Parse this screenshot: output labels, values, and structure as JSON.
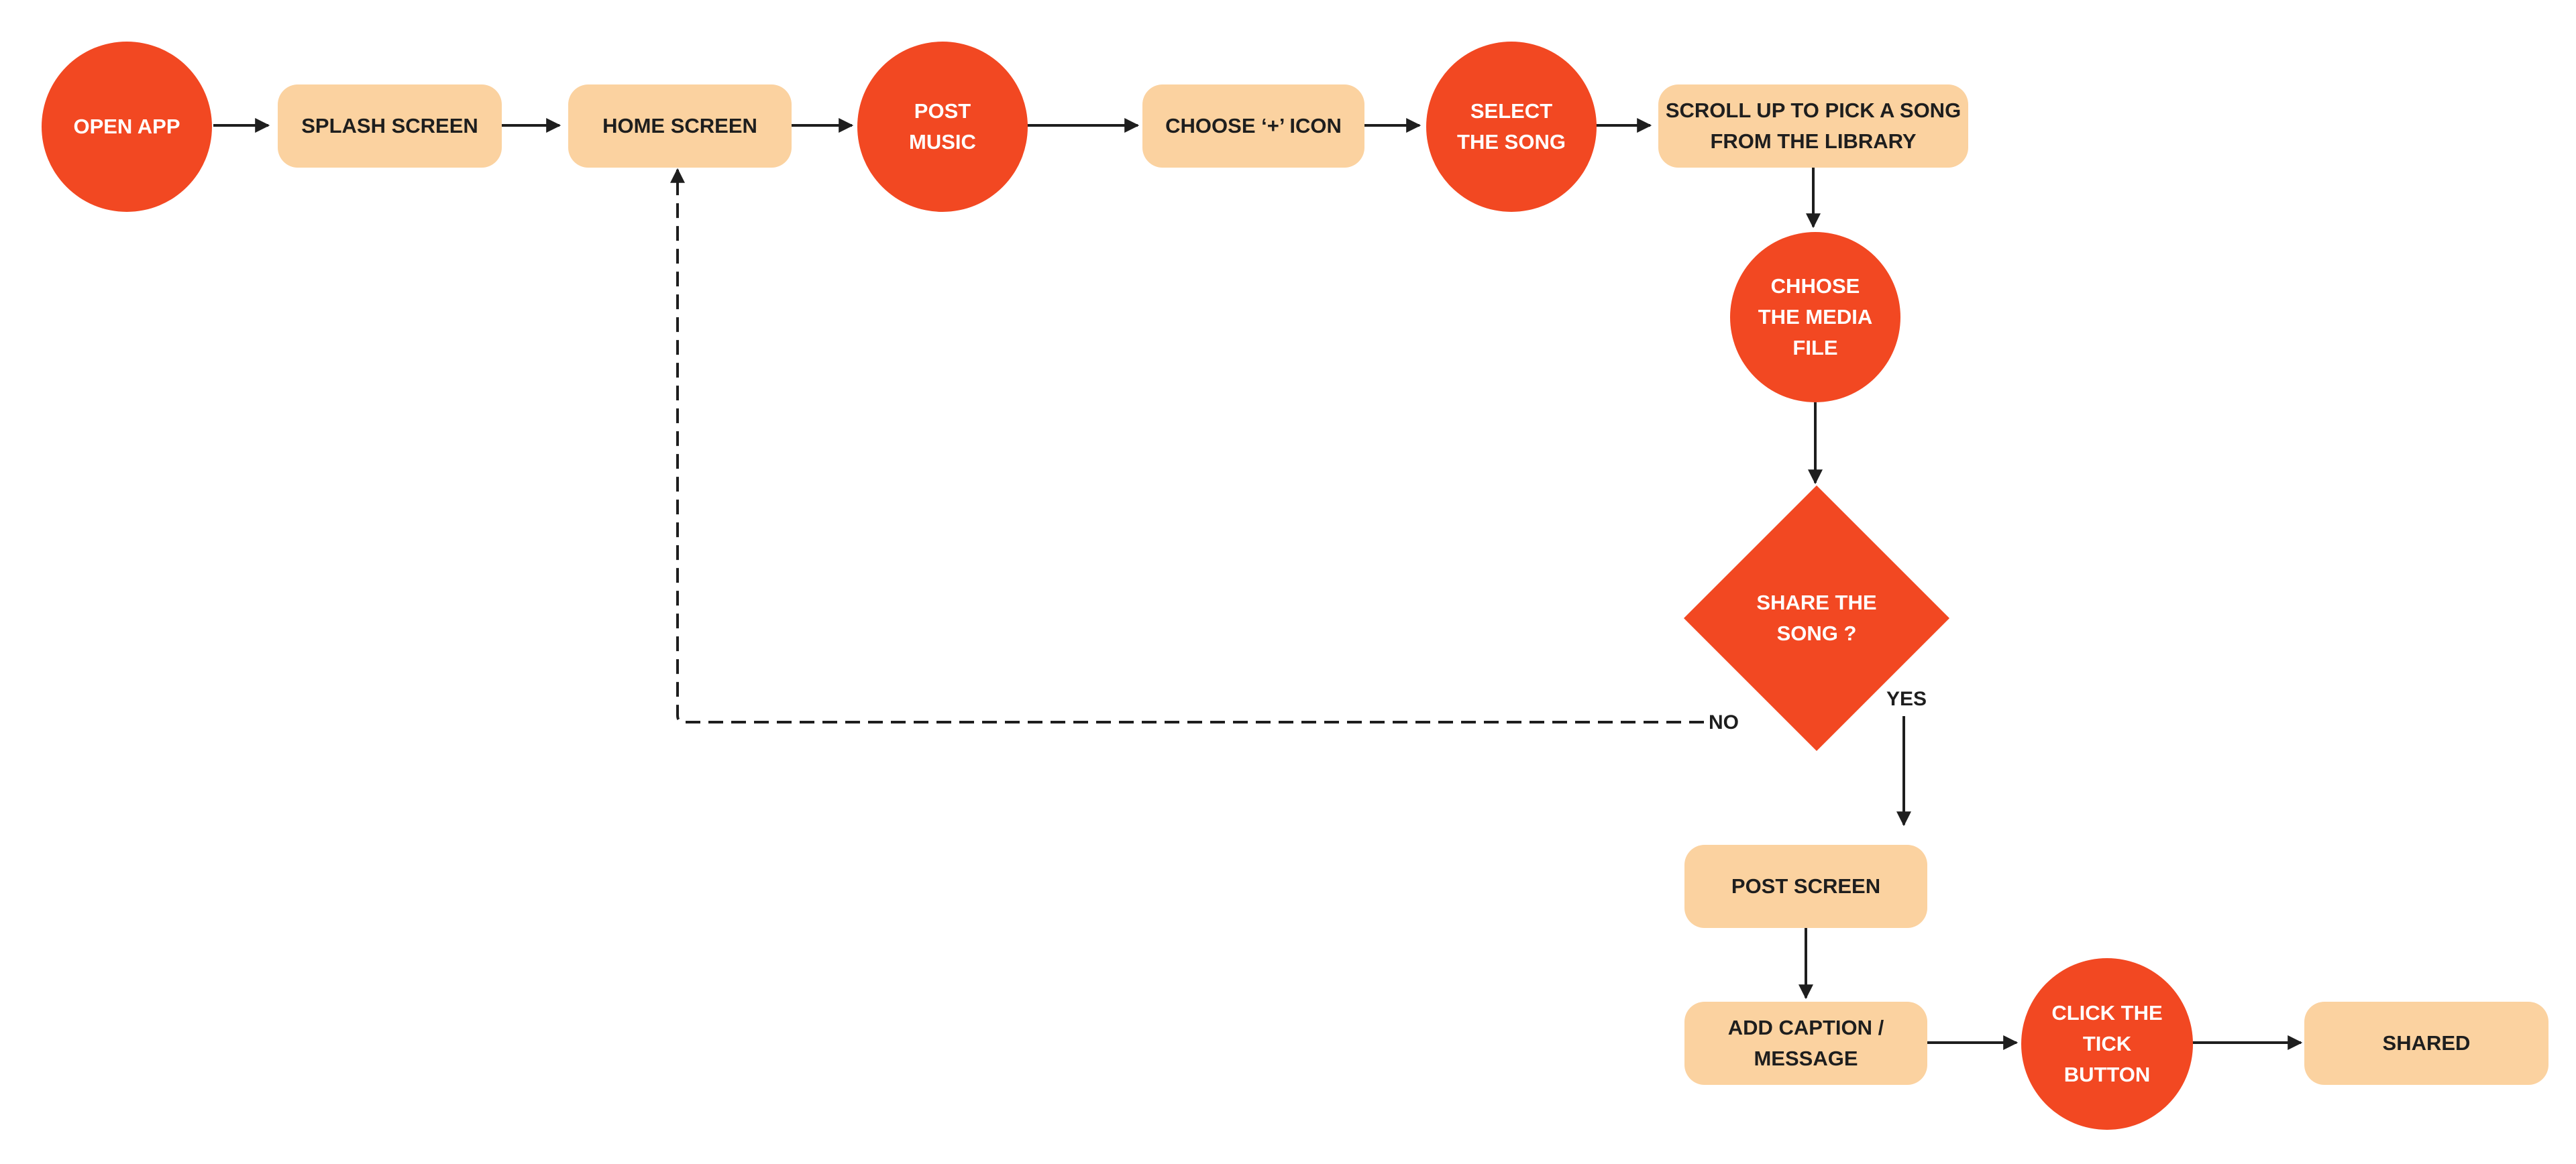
{
  "colors": {
    "circle_fill": "#F24822",
    "box_fill": "#FBD2A0",
    "box_text": "#1E1E1E",
    "arrow": "#1E1E1E"
  },
  "nodes": {
    "open_app": {
      "shape": "circle",
      "label": "OPEN APP"
    },
    "splash_screen": {
      "shape": "box",
      "label": "SPLASH SCREEN"
    },
    "home_screen": {
      "shape": "box",
      "label": "HOME SCREEN"
    },
    "post_music": {
      "shape": "circle",
      "label": "POST\nMUSIC"
    },
    "choose_icon": {
      "shape": "box",
      "label": "CHOOSE ‘+’ ICON"
    },
    "select_song": {
      "shape": "circle",
      "label": "SELECT\nTHE SONG"
    },
    "scroll_up": {
      "shape": "box",
      "label": "SCROLL UP TO PICK A SONG\nFROM THE LIBRARY"
    },
    "choose_media": {
      "shape": "circle",
      "label": "CHHOSE\nTHE MEDIA\nFILE"
    },
    "share_song": {
      "shape": "diamond",
      "label": "SHARE THE\nSONG ?"
    },
    "post_screen": {
      "shape": "box",
      "label": "POST SCREEN"
    },
    "add_caption": {
      "shape": "box",
      "label": "ADD CAPTION /\nMESSAGE"
    },
    "click_tick": {
      "shape": "circle",
      "label": "CLICK THE\nTICK\nBUTTON"
    },
    "shared": {
      "shape": "box",
      "label": "SHARED"
    }
  },
  "edges": [
    {
      "from": "open_app",
      "to": "splash_screen",
      "style": "solid"
    },
    {
      "from": "splash_screen",
      "to": "home_screen",
      "style": "solid"
    },
    {
      "from": "home_screen",
      "to": "post_music",
      "style": "solid"
    },
    {
      "from": "post_music",
      "to": "choose_icon",
      "style": "solid"
    },
    {
      "from": "choose_icon",
      "to": "select_song",
      "style": "solid"
    },
    {
      "from": "select_song",
      "to": "scroll_up",
      "style": "solid"
    },
    {
      "from": "scroll_up",
      "to": "choose_media",
      "style": "solid"
    },
    {
      "from": "choose_media",
      "to": "share_song",
      "style": "solid"
    },
    {
      "from": "share_song",
      "to": "post_screen",
      "style": "solid",
      "label": "YES"
    },
    {
      "from": "share_song",
      "to": "home_screen",
      "style": "dashed",
      "label": "NO"
    },
    {
      "from": "post_screen",
      "to": "add_caption",
      "style": "solid"
    },
    {
      "from": "add_caption",
      "to": "click_tick",
      "style": "solid"
    },
    {
      "from": "click_tick",
      "to": "shared",
      "style": "solid"
    }
  ],
  "edge_labels": {
    "yes": "YES",
    "no": "NO"
  }
}
